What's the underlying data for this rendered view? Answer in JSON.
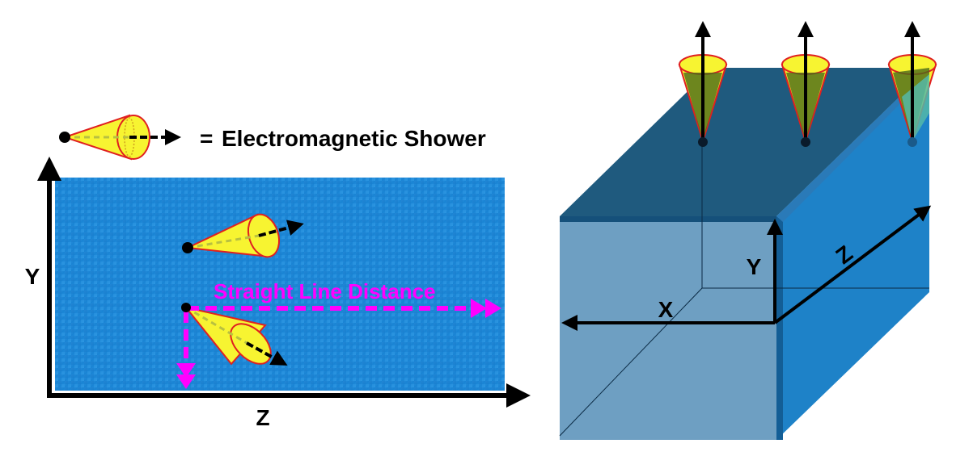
{
  "legend": {
    "equals": "=",
    "text": "Electromagnetic Shower"
  },
  "left_panel": {
    "axis_y": "Y",
    "axis_z": "Z",
    "distance_label": "Straight Line Distance"
  },
  "right_panel": {
    "axis_x": "X",
    "axis_y": "Y",
    "axis_z": "Z"
  },
  "colors": {
    "water": "#1e88d8",
    "cone_fill": "#f7f431",
    "cone_outline": "#e02020",
    "distance_arrow": "#ff00ff",
    "box_front": "#6e9fc2",
    "box_side": "#1e82c8",
    "box_top": "#1f5a7e"
  }
}
